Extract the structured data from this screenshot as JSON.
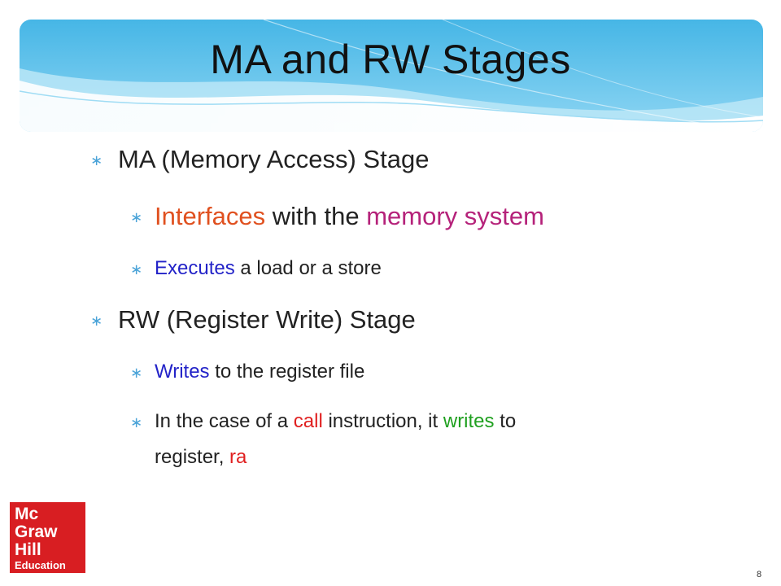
{
  "slide": {
    "title": "MA and RW Stages",
    "bullets": [
      {
        "text": "MA (Memory Access) Stage",
        "sub": [
          {
            "parts": [
              "Interfaces",
              " with the ",
              "memory system"
            ]
          },
          {
            "parts": [
              "Executes",
              " a load or a store"
            ]
          }
        ]
      },
      {
        "text": "RW (Register Write) Stage",
        "sub": [
          {
            "parts": [
              "Writes",
              " to the register file"
            ]
          },
          {
            "parts": [
              "In the case of a ",
              "call",
              " instruction, it ",
              "writes",
              " to",
              "register, ",
              "ra"
            ]
          }
        ]
      }
    ],
    "bullet_glyph": "∗",
    "page_number": "8"
  },
  "logo": {
    "words": [
      "Mc",
      "Graw",
      "Hill",
      "Education"
    ]
  },
  "colors": {
    "banner": "#5bc0e8",
    "bullet": "#4aa3d8",
    "highlight_orange": "#e0501f",
    "highlight_purple": "#b5227a",
    "highlight_blue": "#2323c8",
    "highlight_red": "#e02020",
    "highlight_green": "#20a020",
    "logo_bg": "#d81e22"
  },
  "icons": {
    "bullet": "asterisk-bullet-icon"
  }
}
